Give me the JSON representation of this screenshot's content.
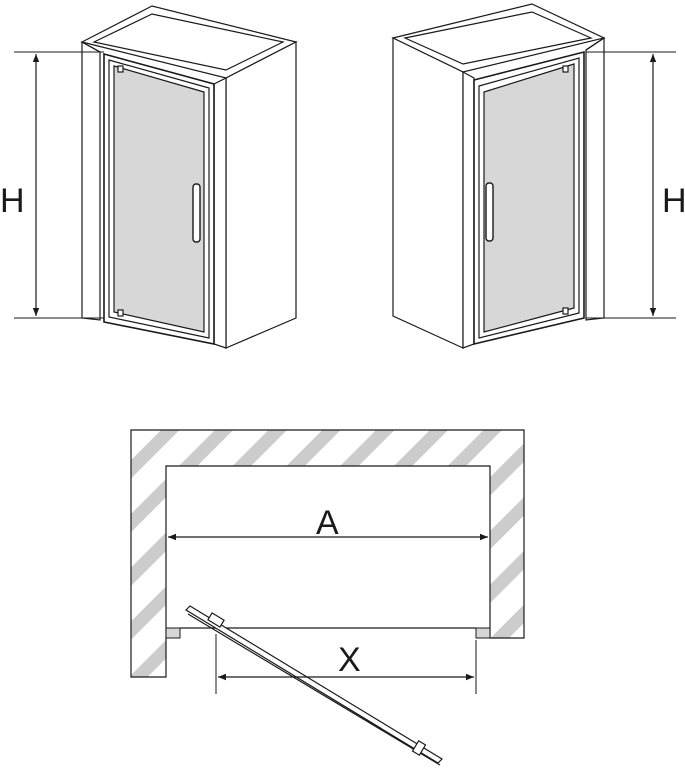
{
  "labels": {
    "height_left": "H",
    "height_right": "H",
    "width_a": "A",
    "width_x": "X"
  },
  "colors": {
    "line": "#1a1a1a",
    "glass": "#d7d7d7",
    "hatch": "#cccccc",
    "wall": "#ffffff"
  }
}
